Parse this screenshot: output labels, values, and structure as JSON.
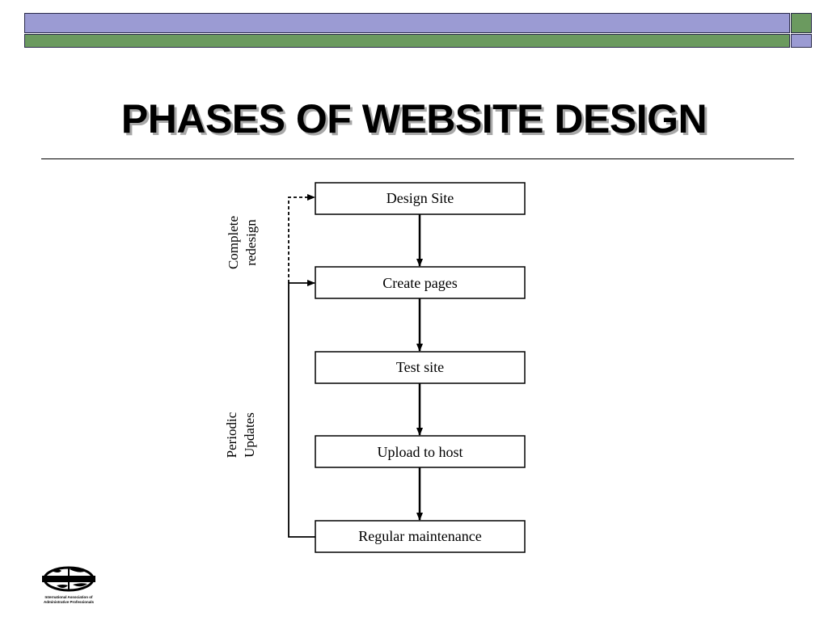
{
  "slide": {
    "title": "PHASES OF WEBSITE DESIGN"
  },
  "diagram": {
    "steps": [
      {
        "label": "Design Site"
      },
      {
        "label": "Create pages"
      },
      {
        "label": "Test site"
      },
      {
        "label": "Upload to host"
      },
      {
        "label": "Regular maintenance"
      }
    ],
    "loop_labels": {
      "complete_redesign": [
        "Complete",
        "redesign"
      ],
      "periodic_updates": [
        "Periodic",
        "Updates"
      ]
    }
  },
  "logo": {
    "icon": "globe-logo-icon",
    "caption_lines": [
      "International Association of",
      "Administrative Professionals"
    ]
  },
  "colors": {
    "bar_purple": "#9b9bd3",
    "bar_green": "#6b9a5f",
    "title_shadow": "#a8a8a8"
  }
}
